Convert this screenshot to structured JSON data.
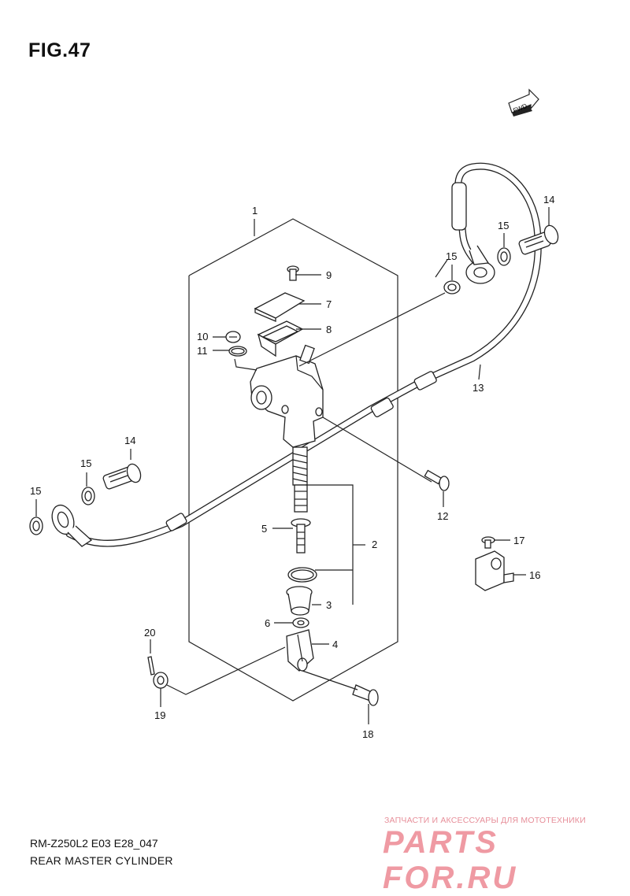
{
  "figure": {
    "title": "FIG.47"
  },
  "footer": {
    "model_code": "RM-Z250L2 E03 E28_047",
    "caption": "REAR MASTER CYLINDER"
  },
  "watermark": {
    "subtitle": "ЗАПЧАСТИ И АКСЕССУАРЫ ДЛЯ МОТОТЕХНИКИ",
    "logo": "PARTS FOR.RU",
    "color": "#ef9aa3"
  },
  "direction": {
    "label": "FWD"
  },
  "callouts": {
    "c1": "1",
    "c2": "2",
    "c3": "3",
    "c4": "4",
    "c5": "5",
    "c6": "6",
    "c7": "7",
    "c8": "8",
    "c9": "9",
    "c10": "10",
    "c11": "11",
    "c12": "12",
    "c13": "13",
    "c14a": "14",
    "c14b": "14",
    "c15a": "15",
    "c15b": "15",
    "c15c": "15",
    "c15d": "15",
    "c16": "16",
    "c17": "17",
    "c18": "18",
    "c19": "19",
    "c20": "20"
  }
}
